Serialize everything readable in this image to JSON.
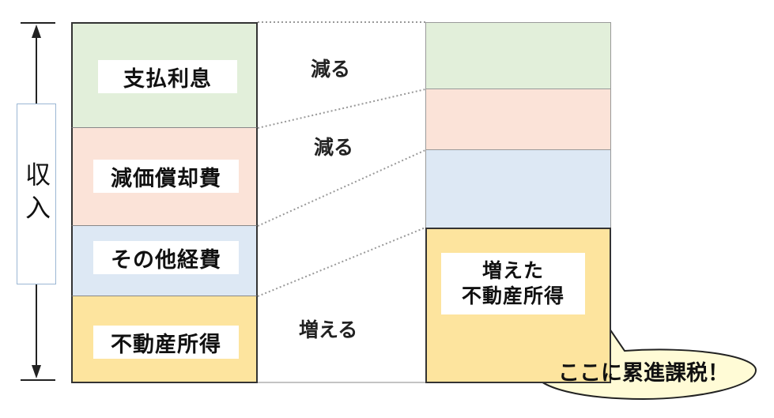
{
  "income": {
    "label": "収入"
  },
  "left_bar": {
    "segments": [
      {
        "label": "支払利息",
        "color": "#e2efda"
      },
      {
        "label": "減価償却費",
        "color": "#fbe3d8"
      },
      {
        "label": "その他経費",
        "color": "#dde8f4"
      },
      {
        "label": "不動産所得",
        "color": "#fde49e"
      }
    ]
  },
  "right_bar": {
    "segments": [
      {
        "color": "#e2efda"
      },
      {
        "color": "#fbe3d8"
      },
      {
        "color": "#dde8f4"
      },
      {
        "label_line1": "増えた",
        "label_line2": "不動産所得",
        "color": "#fde49e"
      }
    ]
  },
  "changes": {
    "interest": "減る",
    "depreciation": "減る",
    "income": "増える"
  },
  "callout": {
    "text": "ここに累進課税！",
    "fill": "#fffbd6"
  },
  "colors": {
    "border": "#333333",
    "connector": "#999999"
  }
}
